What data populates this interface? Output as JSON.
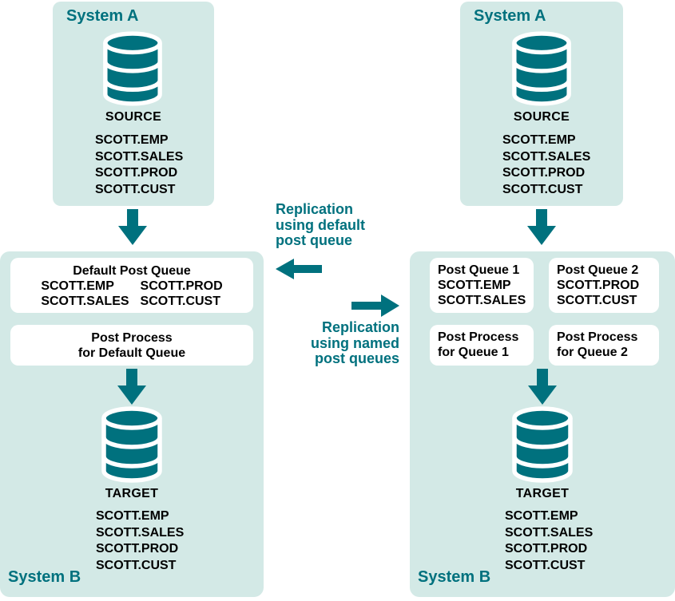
{
  "colors": {
    "teal": "#00717E",
    "light_teal": "#D3E9E6",
    "box_white": "#FFFFFF",
    "text_black": "#000000"
  },
  "icons": {
    "database": "database-cylinder",
    "down_arrow": "down-arrow",
    "left_arrow": "left-arrow",
    "right_arrow": "right-arrow"
  },
  "left": {
    "system_a": {
      "title": "System A",
      "db_label": "SOURCE",
      "tables": [
        "SCOTT.EMP",
        "SCOTT.SALES",
        "SCOTT.PROD",
        "SCOTT.CUST"
      ]
    },
    "system_b": {
      "title": "System B",
      "queue_box": {
        "title": "Default Post Queue",
        "col1": [
          "SCOTT.EMP",
          "SCOTT.SALES"
        ],
        "col2": [
          "SCOTT.PROD",
          "SCOTT.CUST"
        ]
      },
      "process_box": {
        "line1": "Post Process",
        "line2": "for Default Queue"
      },
      "db_label": "TARGET",
      "tables": [
        "SCOTT.EMP",
        "SCOTT.SALES",
        "SCOTT.PROD",
        "SCOTT.CUST"
      ]
    }
  },
  "middle": {
    "default_label": {
      "lines": [
        "Replication",
        "using default",
        "post queue"
      ]
    },
    "named_label": {
      "lines": [
        "Replication",
        "using named",
        "post queues"
      ]
    }
  },
  "right": {
    "system_a": {
      "title": "System A",
      "db_label": "SOURCE",
      "tables": [
        "SCOTT.EMP",
        "SCOTT.SALES",
        "SCOTT.PROD",
        "SCOTT.CUST"
      ]
    },
    "system_b": {
      "title": "System B",
      "queue_boxes": [
        {
          "title": "Post Queue 1",
          "tables": [
            "SCOTT.EMP",
            "SCOTT.SALES"
          ]
        },
        {
          "title": "Post Queue 2",
          "tables": [
            "SCOTT.PROD",
            "SCOTT.CUST"
          ]
        }
      ],
      "process_boxes": [
        {
          "line1": "Post Process",
          "line2": "for Queue 1"
        },
        {
          "line1": "Post Process",
          "line2": "for Queue 2"
        }
      ],
      "db_label": "TARGET",
      "tables": [
        "SCOTT.EMP",
        "SCOTT.SALES",
        "SCOTT.PROD",
        "SCOTT.CUST"
      ]
    }
  }
}
